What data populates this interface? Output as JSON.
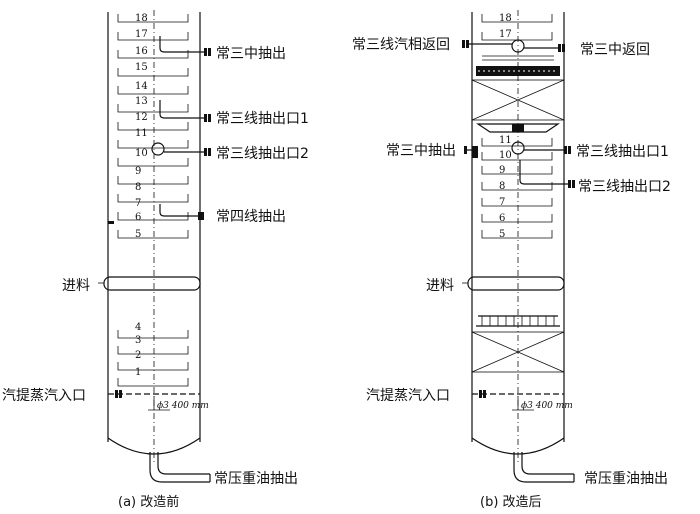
{
  "left": {
    "trays_top": [
      "18",
      "17",
      "16",
      "15",
      "14",
      "13",
      "12",
      "11",
      "10",
      "9",
      "8",
      "7",
      "6",
      "5"
    ],
    "trays_bottom": [
      "4",
      "3",
      "2",
      "1"
    ],
    "labels": {
      "mid_draw": "常三中抽出",
      "line3_out1": "常三线抽出口1",
      "line3_out2": "常三线抽出口2",
      "line4_draw": "常四线抽出",
      "feed": "进料",
      "steam_inlet": "汽提蒸汽入口",
      "diameter": "ϕ3 400 mm",
      "bottoms": "常压重油抽出"
    },
    "caption": "(a)  改造前"
  },
  "right": {
    "trays_top": [
      "18",
      "17"
    ],
    "trays_mid": [
      "11",
      "10"
    ],
    "trays_lower": [
      "9",
      "8",
      "7",
      "6",
      "5"
    ],
    "labels": {
      "vapor_return": "常三线汽相返回",
      "mid_return": "常三中返回",
      "mid_draw": "常三中抽出",
      "line3_out1": "常三线抽出口1",
      "line3_out2": "常三线抽出口2",
      "feed": "进料",
      "steam_inlet": "汽提蒸汽入口",
      "diameter": "ϕ3 400 mm",
      "bottoms": "常压重油抽出"
    },
    "caption": "(b)  改造后"
  }
}
